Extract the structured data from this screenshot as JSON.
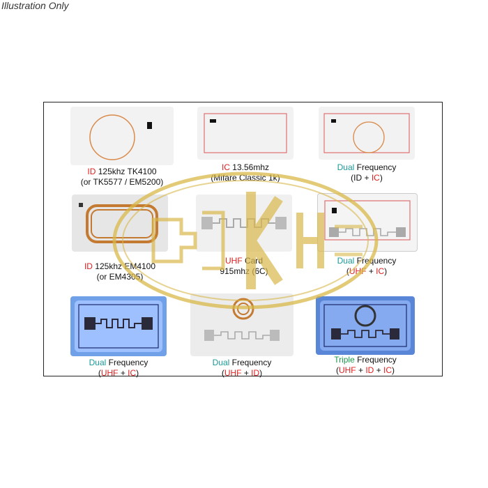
{
  "corner_label": "Illustration Only",
  "captions": {
    "c1": {
      "hl": "ID",
      "l1": " 125khz TK4100",
      "l2": "(or TK5577 / EM5200)"
    },
    "c2": {
      "hl": "IC",
      "l1": " 13.56mhz",
      "l2": "(Mifare Classic 1k)"
    },
    "c3": {
      "hl": "Dual",
      "l1": " Frequency",
      "l2a": "(ID + ",
      "l2hl": "IC",
      "l2b": ")"
    },
    "c4": {
      "hl": "ID",
      "l1": " 125khz EM4100",
      "l2": "(or EM4305)"
    },
    "c5": {
      "hl": "UHF",
      "l1": " Card",
      "l2": "915mhz (6C)"
    },
    "c6": {
      "hl": "Dual",
      "l1": " Frequency",
      "l2a": "(",
      "l2hl": "UHF",
      "l2b": " + ",
      "l2hl2": "IC",
      "l2c": ")"
    },
    "c7": {
      "hl": "Dual",
      "l1": " Frequency",
      "l2a": "(",
      "l2hl": "UHF",
      "l2b": " + ",
      "l2hl2": "IC",
      "l2c": ")"
    },
    "c8": {
      "hl": "Dual",
      "l1": " Frequency",
      "l2a": "(",
      "l2hl": "UHF",
      "l2b": " + ",
      "l2hl2": "ID",
      "l2c": ")"
    },
    "c9": {
      "hl": "Triple",
      "l1": " Frequency",
      "l2a": "(",
      "l2hl": "UHF",
      "l2b": " + ",
      "l2hl2": "ID",
      "l2c": " + ",
      "l2hl3": "IC",
      "l2d": ")"
    }
  },
  "colors": {
    "red": "#e02020",
    "teal": "#1a9a9a",
    "green": "#1a9a4a",
    "gold": "#d8b84a"
  }
}
